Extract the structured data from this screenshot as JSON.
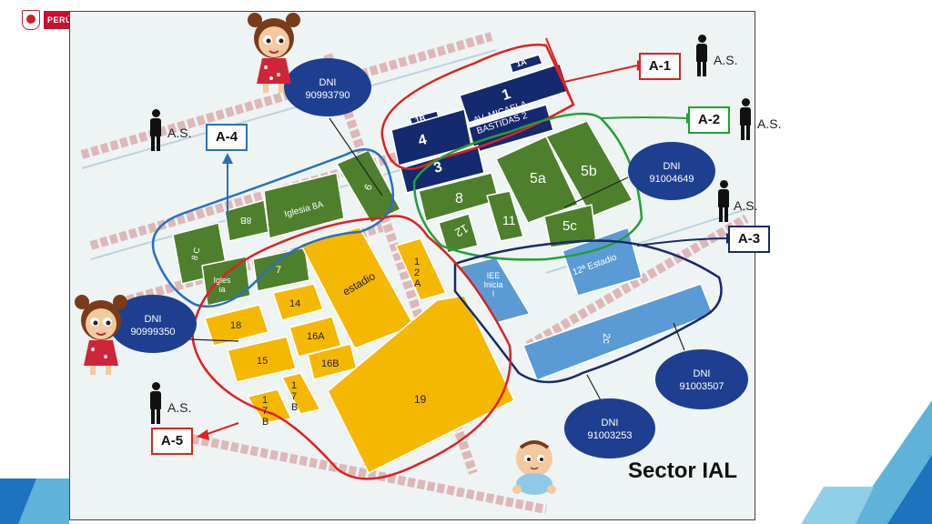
{
  "logo": {
    "text": "PERÚ"
  },
  "zones": [
    {
      "id": "A-1",
      "color": "#e02020"
    },
    {
      "id": "A-2",
      "color": "#22a035"
    },
    {
      "id": "A-3",
      "color": "#1a2a66"
    },
    {
      "id": "A-4",
      "color": "#2a6fbf"
    },
    {
      "id": "A-5",
      "color": "#e02020"
    }
  ],
  "as_label": "A.S.",
  "dni_bubbles": [
    {
      "label": "DNI",
      "number": "90993790"
    },
    {
      "label": "DNI",
      "number": "91004649"
    },
    {
      "label": "DNI",
      "number": "90999350"
    },
    {
      "label": "DNI",
      "number": "91003507"
    },
    {
      "label": "DNI",
      "number": "91003253"
    }
  ],
  "blocks": {
    "navy": [
      "1A",
      "1",
      "1B",
      "4",
      "AV. MICAELA BASTIDAS 2",
      "3"
    ],
    "green": [
      "5a",
      "5b",
      "8",
      "11",
      "12",
      "5c",
      "6",
      "Iglesia 8A",
      "8B",
      "8 C",
      "Igles ia",
      "7"
    ],
    "yellow": [
      "estadio",
      "1 2 A",
      "14",
      "18",
      "16A",
      "15",
      "16B",
      "1 7 B",
      "1 7 B",
      "19"
    ],
    "lightblue": [
      "IEE Inicia l",
      "12ª Estadio",
      "2c"
    ]
  },
  "sector_title": "Sector IAL",
  "colors": {
    "navy": "#15296e",
    "green": "#4e7f2d",
    "yellow": "#f5b800",
    "lightblue": "#5b9bd5",
    "street": "#d9a3a3"
  }
}
